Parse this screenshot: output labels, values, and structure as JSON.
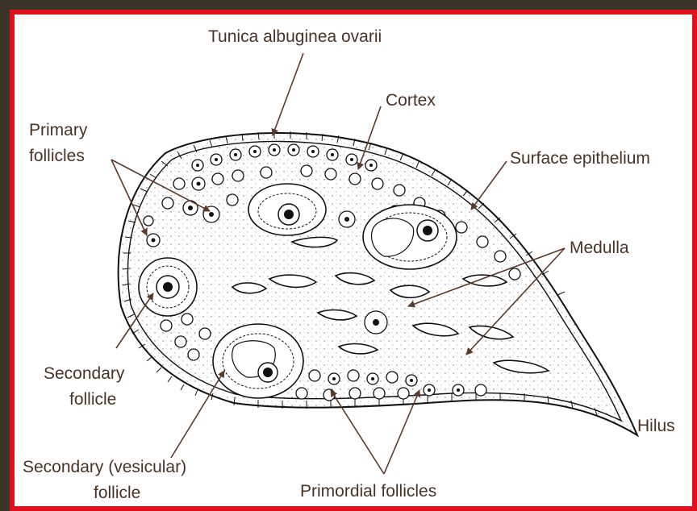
{
  "colors": {
    "frame_border": "#e0101c",
    "outer_background": "#3a3328",
    "label_text": "#4a3226",
    "arrow": "#5a3a2a",
    "line_art": "#111111"
  },
  "labels": {
    "tunica": "Tunica albuginea ovarii",
    "cortex": "Cortex",
    "primary_line1": "Primary",
    "primary_line2": "follicles",
    "surface": "Surface epithelium",
    "medulla": "Medulla",
    "secondary_line1": "Secondary",
    "secondary_line2": "follicle",
    "hilus": "Hilus",
    "vesicular_line1": "Secondary (vesicular)",
    "vesicular_line2": "follicle",
    "primordial": "Primordial follicles"
  }
}
